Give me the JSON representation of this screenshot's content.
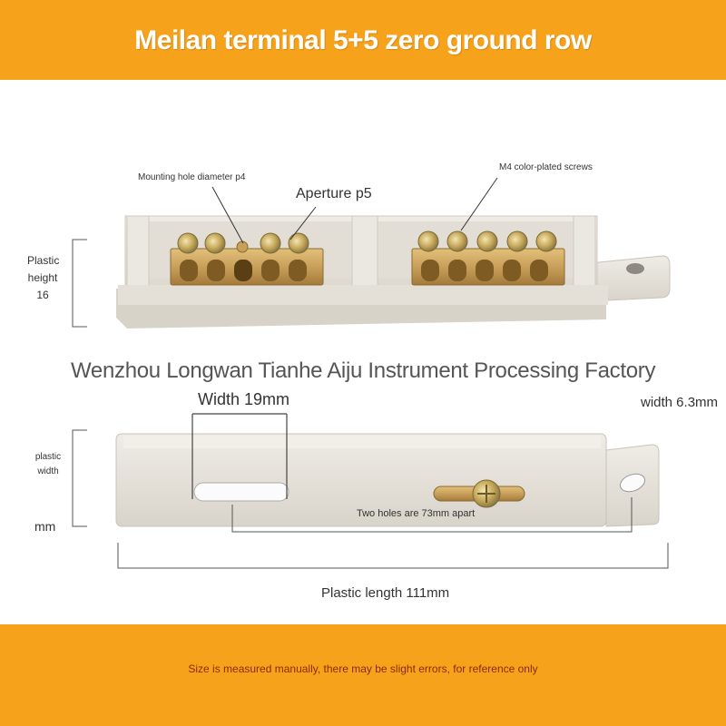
{
  "header": {
    "title": "Meilan terminal 5+5 zero ground row"
  },
  "top_view": {
    "mounting_hole_label": "Mounting hole diameter p4",
    "aperture_label": "Aperture p5",
    "screws_label": "M4 color-plated screws",
    "plastic_height_label": "Plastic height 16",
    "plastic_height_line1": "Plastic",
    "plastic_height_line2": "height",
    "plastic_height_line3": "16"
  },
  "manufacturer": "Wenzhou Longwan Tianhe Aiju Instrument Processing Factory",
  "side_view": {
    "width_label": "Width 19mm",
    "hole_width_label": "width 6.3mm",
    "plastic_width_line1": "plastic",
    "plastic_width_line2": "width",
    "plastic_width_unit": "mm",
    "hole_spacing_label": "Two holes are 73mm apart",
    "length_label": "Plastic length 111mm"
  },
  "footer": {
    "note": "Size is measured manually, there may be slight errors, for reference only"
  },
  "colors": {
    "banner": "#f7a21b",
    "plastic": "#e6e2da",
    "brass": "#c9a05a"
  }
}
